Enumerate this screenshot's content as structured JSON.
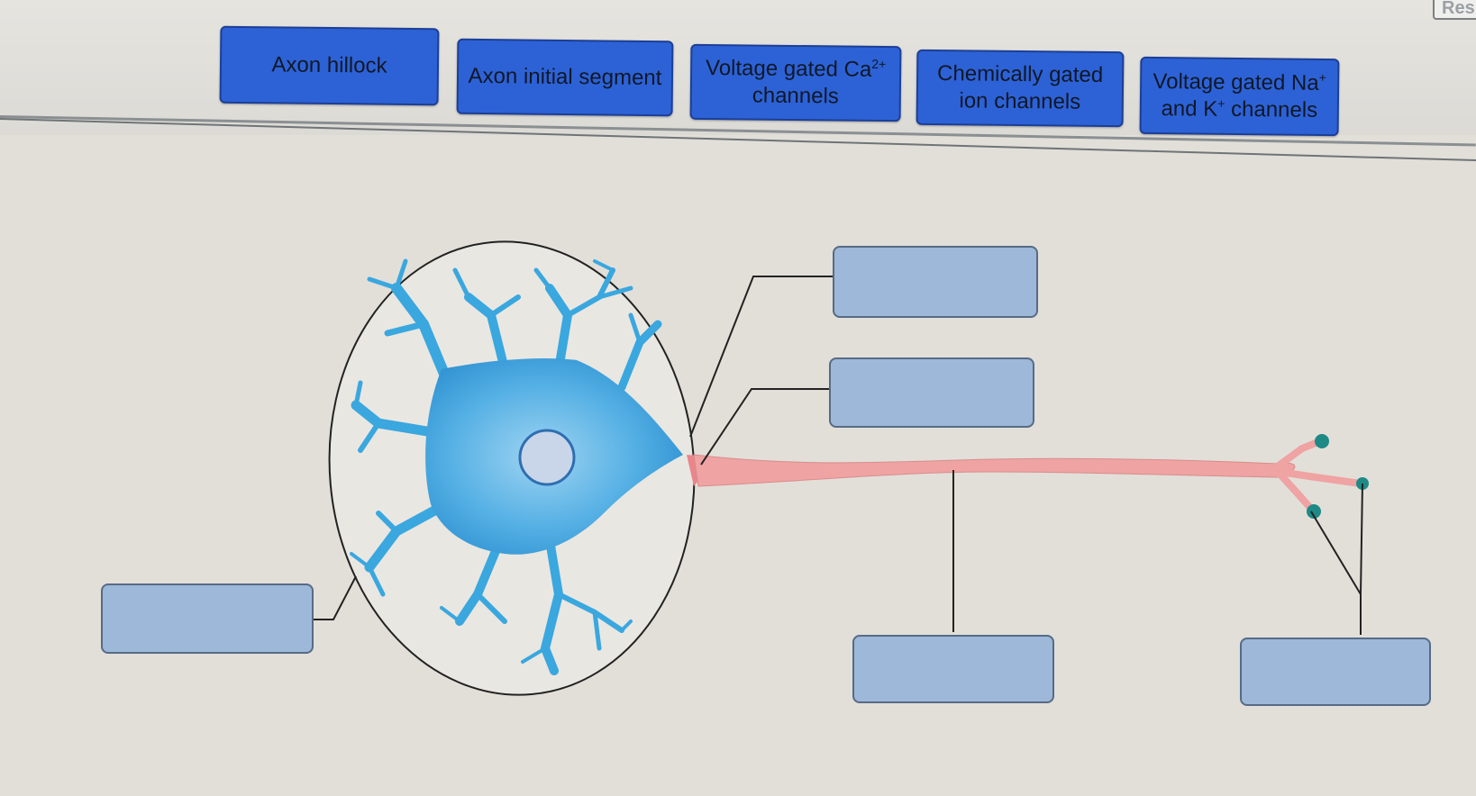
{
  "toolbar": {
    "reset_label": "Res"
  },
  "label_bank": [
    {
      "id": "axon-hillock",
      "line1": "Axon hillock",
      "line2": ""
    },
    {
      "id": "axon-initial-segment",
      "line1": "Axon initial segment",
      "line2": ""
    },
    {
      "id": "voltage-gated-ca",
      "line1_pre": "Voltage gated Ca",
      "line1_sup": "2+",
      "line2": "channels"
    },
    {
      "id": "chemically-gated",
      "line1": "Chemically gated",
      "line2": "ion channels"
    },
    {
      "id": "voltage-gated-na-k",
      "line1_pre": "Voltage gated Na",
      "line1_sup": "+",
      "line2_pre": "and K",
      "line2_sup": "+",
      "line2_post": " channels"
    }
  ],
  "drop_targets": [
    "dendrites-target",
    "axon-hillock-target",
    "initial-segment-target",
    "axon-target",
    "terminal-target"
  ],
  "colors": {
    "chip_fill": "#2d62d6",
    "target_fill": "#9db8d8",
    "neuron_body": "#48a8e0",
    "axon": "#efa3a3",
    "terminal": "#1e8a86"
  }
}
